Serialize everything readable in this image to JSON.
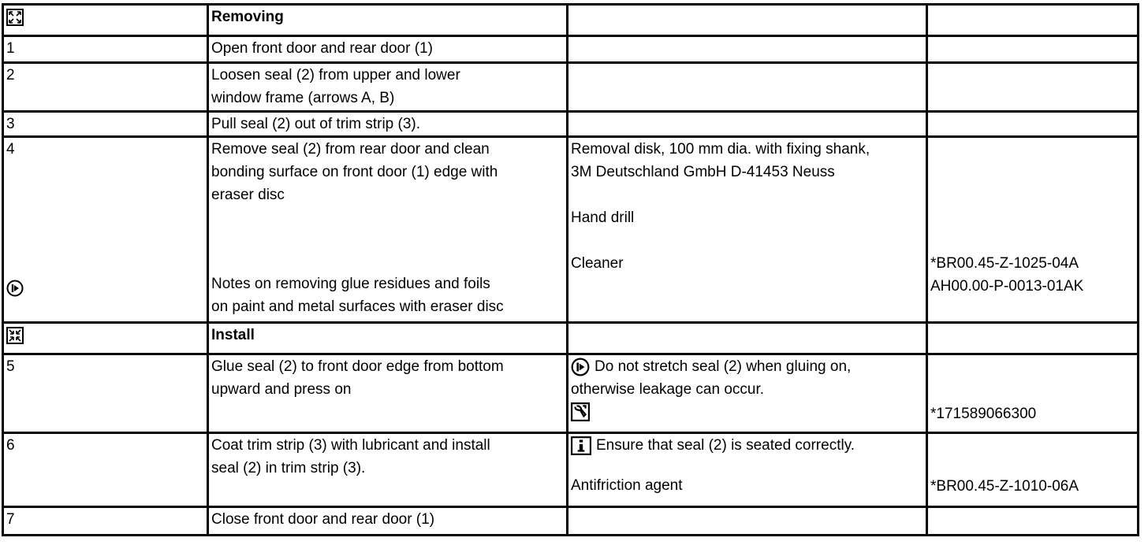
{
  "sections": {
    "removing": "Removing",
    "install": "Install"
  },
  "rows": {
    "r1": {
      "step": "1",
      "text": "Open front door and rear door (1)"
    },
    "r2": {
      "step": "2",
      "text_a": "Loosen seal (2) from upper and lower",
      "text_b": "window frame (arrows A, B)"
    },
    "r3": {
      "step": "3",
      "text": "Pull seal (2) out of trim strip (3)."
    },
    "r4": {
      "step": "4",
      "text_a": "Remove seal (2) from rear door and clean",
      "text_b": "bonding surface on front door (1) edge with",
      "text_c": "eraser disc",
      "note_a": "Notes on removing glue residues and foils",
      "note_b": "on paint and metal surfaces with eraser disc",
      "tool_a": "Removal disk, 100 mm dia. with fixing shank,",
      "tool_b": "3M Deutschland GmbH D-41453 Neuss",
      "tool_c": "Hand drill",
      "tool_d": "Cleaner",
      "ref_a": "*BR00.45-Z-1025-04A",
      "ref_b": "AH00.00-P-0013-01AK"
    },
    "r5": {
      "step": "5",
      "text_a": "Glue seal (2) to front door edge from bottom",
      "text_b": "upward and press on",
      "note_a": "Do not stretch seal (2) when gluing on,",
      "note_b": "otherwise leakage can occur.",
      "ref": "*171589066300"
    },
    "r6": {
      "step": "6",
      "text_a": "Coat trim strip (3) with lubricant and install",
      "text_b": "seal (2) in trim strip (3).",
      "info": "Ensure that seal (2) is seated correctly.",
      "agent": "Antifriction agent",
      "ref": "*BR00.45-Z-1010-06A"
    },
    "r7": {
      "step": "7",
      "text": "Close front door and rear door (1)"
    }
  },
  "icons": {
    "removing": "expand-arrows-icon",
    "install": "collapse-arrows-icon",
    "notes": "note-circle-icon",
    "caution": "caution-circle-icon",
    "special_tool": "special-tool-icon",
    "info": "info-icon"
  }
}
